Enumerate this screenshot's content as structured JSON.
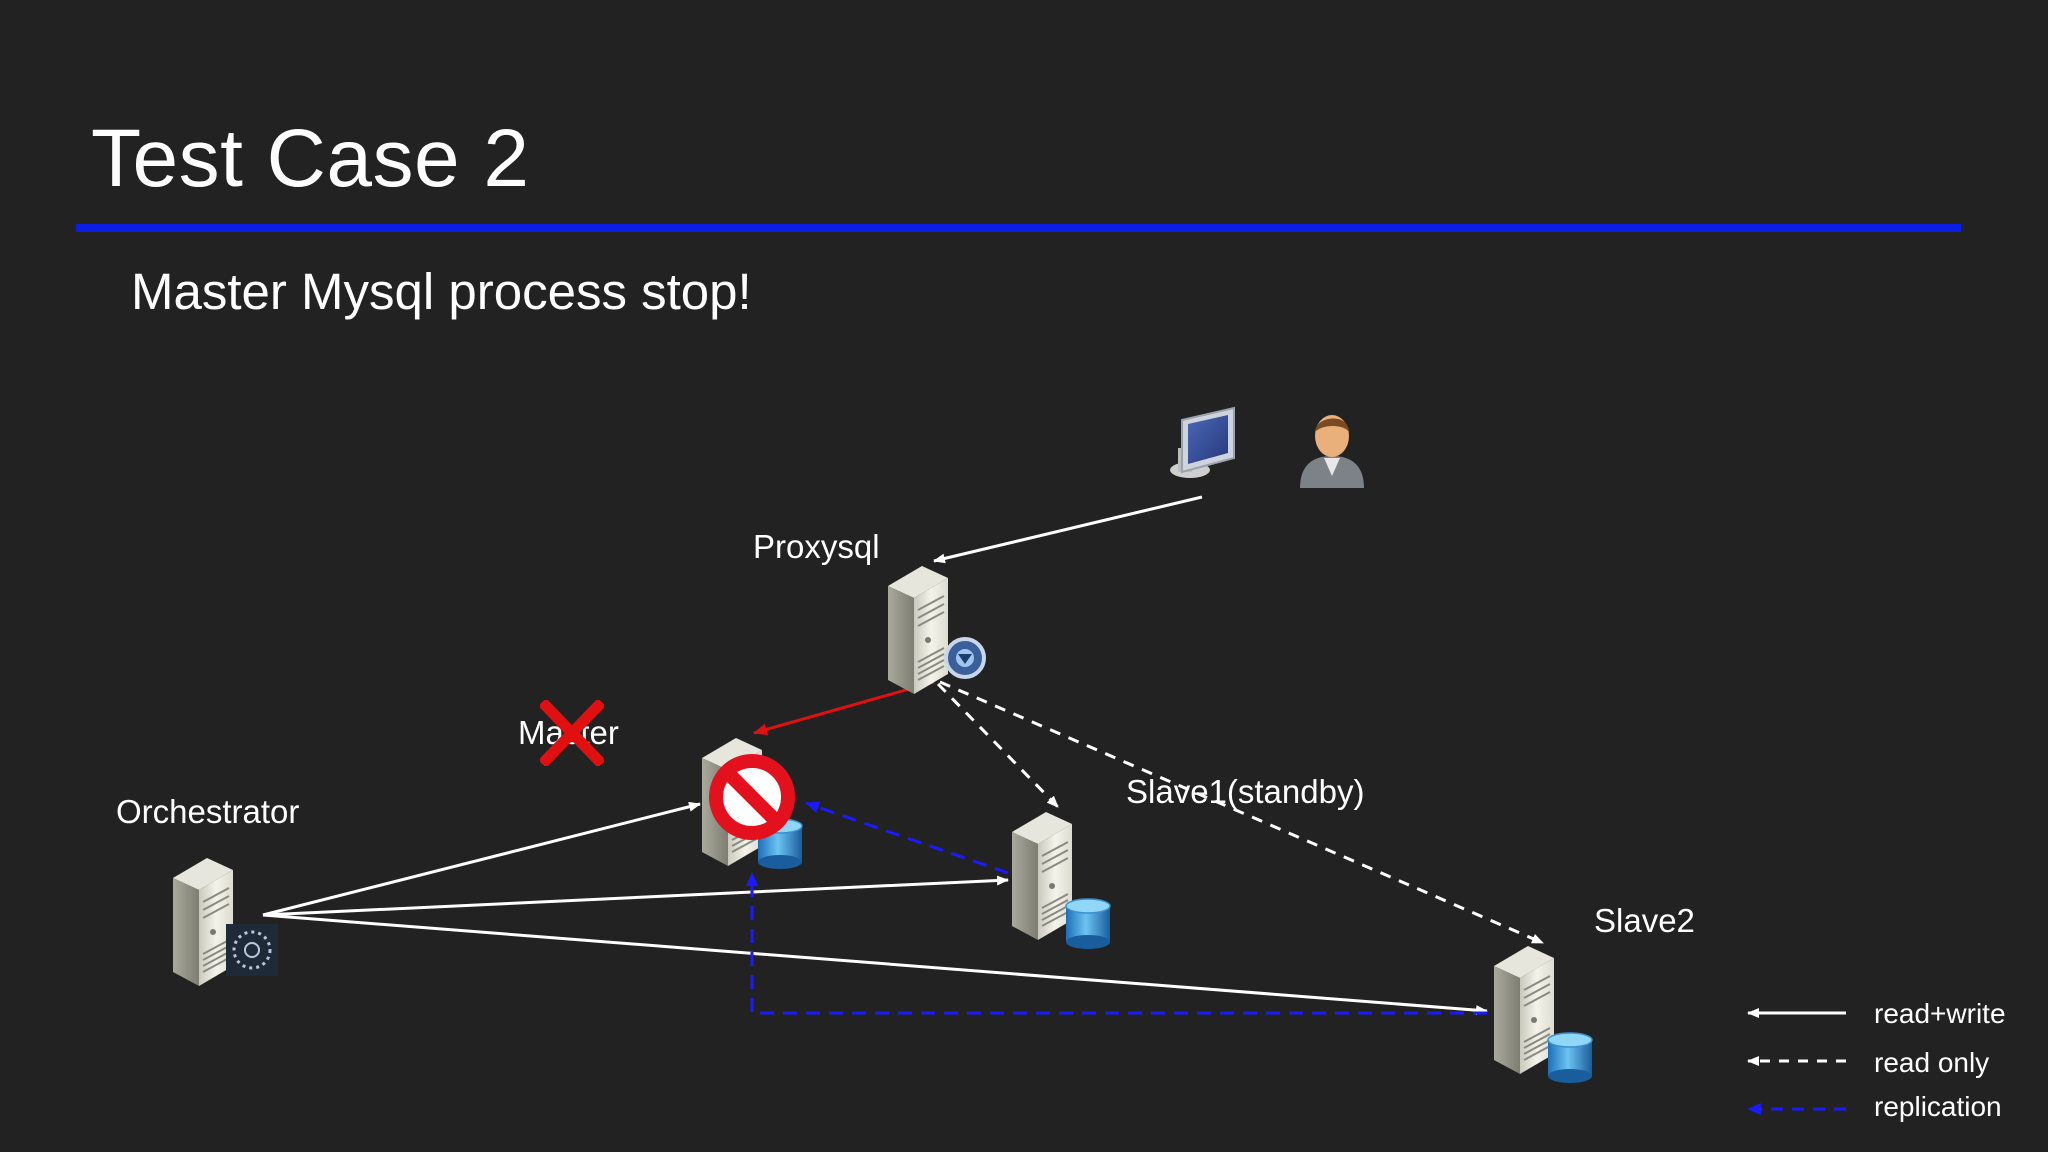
{
  "slide": {
    "title": "Test Case 2",
    "subtitle": "Master Mysql process stop!",
    "accent_color": "#0a1ee6"
  },
  "nodes": {
    "proxysql": {
      "label": "Proxysql",
      "icon": "server-icon"
    },
    "master": {
      "label": "Master",
      "icon": "database-server-icon",
      "status": "stopped",
      "status_icon": "prohibited-icon",
      "mark_icon": "red-x-icon"
    },
    "slave1": {
      "label": "Slave1(standby)",
      "icon": "database-server-icon"
    },
    "slave2": {
      "label": "Slave2",
      "icon": "database-server-icon"
    },
    "orchestrator": {
      "label": "Orchestrator",
      "icon": "server-icon"
    },
    "client": {
      "icons": [
        "computer-monitor-icon",
        "user-icon"
      ]
    }
  },
  "legend": {
    "read_write": "read+write",
    "read_only": "read only",
    "replication": "replication"
  },
  "colors": {
    "read_write": "#ffffff",
    "read_only": "#ffffff",
    "replication": "#1a1aff",
    "failed_link": "#e01010",
    "stop_sign": "#e3101e"
  }
}
